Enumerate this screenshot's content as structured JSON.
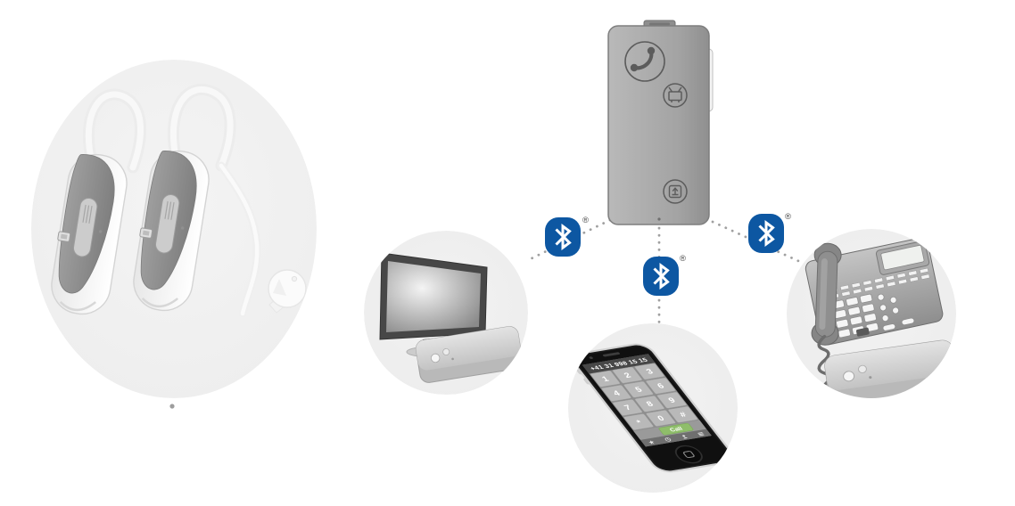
{
  "scene": {
    "background_color": "#ffffff",
    "registered_mark": "®"
  },
  "colors": {
    "bluetooth_blue": "#0d57a2",
    "circle_gray": "#f0f0f0",
    "streamer_gray": "#a6a6a6",
    "dotted_line_gray": "#a0a0a0"
  },
  "streamer": {
    "buttons": [
      {
        "icon": "phone-handset-icon"
      },
      {
        "icon": "tv-icon"
      },
      {
        "icon": "audio-input-icon"
      }
    ]
  },
  "bluetooth_links": [
    {
      "from": "streamer",
      "to": "television"
    },
    {
      "from": "streamer",
      "to": "mobile-phone"
    },
    {
      "from": "streamer",
      "to": "landline-phone"
    }
  ],
  "mobile_phone": {
    "dialed_number": "+41 31 998 15 15",
    "call_button_label": "Call",
    "keypad": [
      "1",
      "2",
      "3",
      "4",
      "5",
      "6",
      "7",
      "8",
      "9",
      "*",
      "0",
      "#"
    ]
  }
}
